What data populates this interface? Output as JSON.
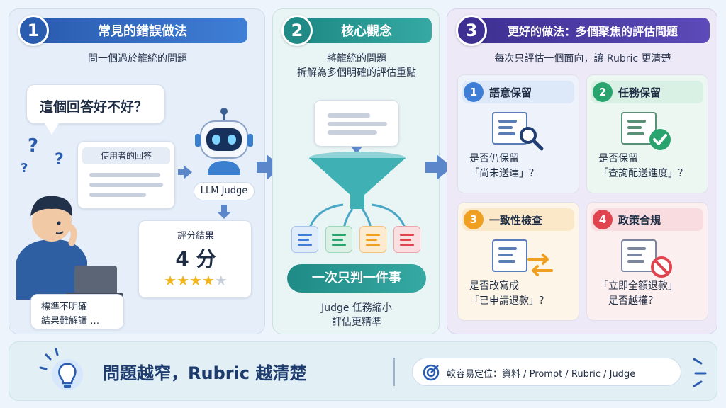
{
  "panel1": {
    "number": "1",
    "title": "常見的錯誤做法",
    "subtitle": "問一個過於籠統的問題",
    "question": "這個回答好不好？",
    "answer_label": "使用者的回答",
    "judge_label": "LLM Judge",
    "score_label": "評分結果",
    "score": "4 分",
    "rating": {
      "value": 4,
      "max": 5
    },
    "note_line1": "標準不明確",
    "note_line2": "結果難解讀 …"
  },
  "panel2": {
    "number": "2",
    "title": "核心觀念",
    "subtitle_line1": "將籠統的問題",
    "subtitle_line2": "拆解為多個明確的評估重點",
    "pill": "一次只判一件事",
    "caption_line1": "Judge 任務縮小",
    "caption_line2": "評估更精準"
  },
  "panel3": {
    "number": "3",
    "title": "更好的做法：多個聚焦的評估問題",
    "subtitle": "每次只評估一個面向，讓 Rubric 更清楚",
    "items": [
      {
        "num": "1",
        "title": "語意保留",
        "q1": "是否仍保留",
        "q2": "「尚未送達」？",
        "color": "#3f7ed6",
        "head": "#dde8f8",
        "bg": "#eef3fb",
        "icon": "magnifier-icon"
      },
      {
        "num": "2",
        "title": "任務保留",
        "q1": "是否保留",
        "q2": "「查詢配送進度」？",
        "color": "#2aa46e",
        "head": "#d9f0e4",
        "bg": "#ecf7f1",
        "icon": "check-icon"
      },
      {
        "num": "3",
        "title": "一致性檢查",
        "q1": "是否改寫成",
        "q2": "「已申請退款」？",
        "color": "#f0a020",
        "head": "#fbe8c8",
        "bg": "#fdf5e8",
        "icon": "swap-arrows-icon"
      },
      {
        "num": "4",
        "title": "政策合規",
        "q1": "「立即全額退款」",
        "q2": "是否越權？",
        "color": "#e0454f",
        "head": "#f8dcdf",
        "bg": "#fcefef",
        "icon": "prohibited-icon"
      }
    ]
  },
  "bottom": {
    "headline": "問題越窄，Rubric 越清楚",
    "locator_label": "較容易定位：資料 / Prompt / Rubric / Judge"
  },
  "colors": {
    "blue": "#2f63b7",
    "teal": "#27908c",
    "purple": "#4a3a9e"
  }
}
